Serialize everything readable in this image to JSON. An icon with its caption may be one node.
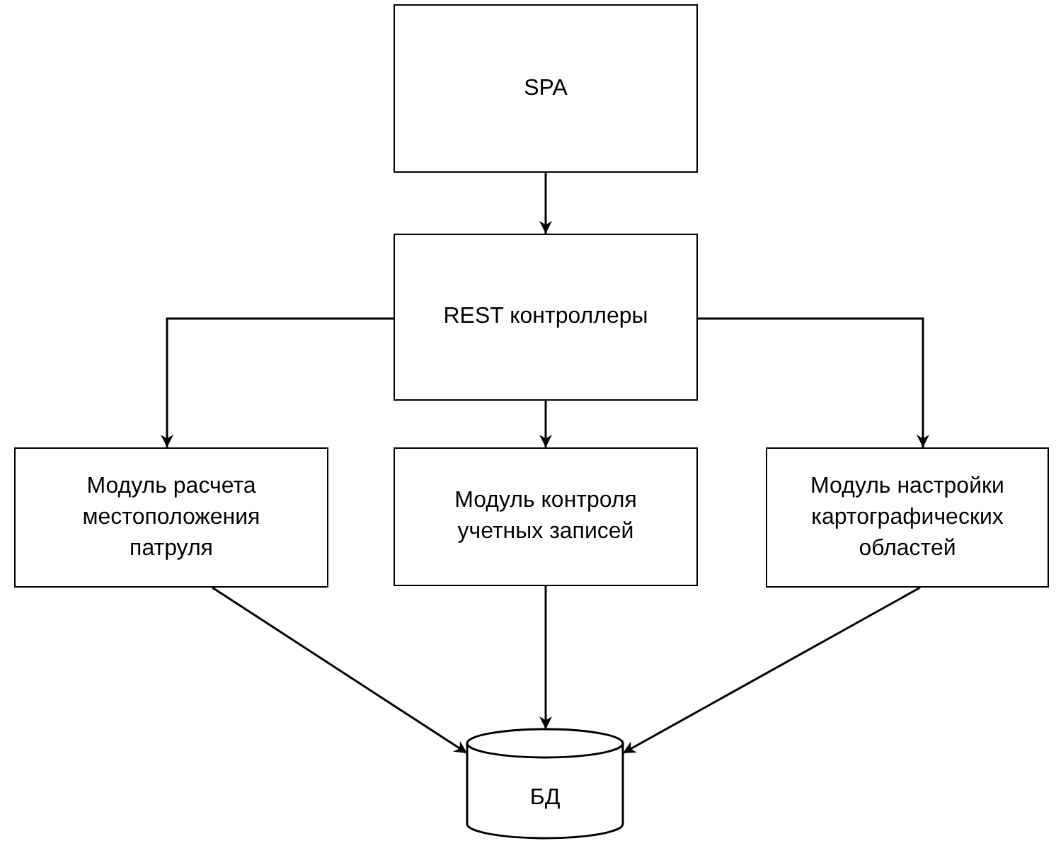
{
  "diagram": {
    "nodes": [
      {
        "text": [
          "SPA"
        ]
      },
      {
        "text": [
          "REST контроллеры"
        ]
      },
      {
        "text": [
          "Модуль расчета местоположения патруля"
        ]
      },
      {
        "text": [
          "Модуль контроля учетных записей"
        ]
      },
      {
        "text": [
          "Модуль настройки картографических областей"
        ]
      },
      {
        "text": [
          "БД"
        ]
      }
    ],
    "edges": [
      {
        "from": 0,
        "to": 1,
        "arrow": "to"
      },
      {
        "from": 1,
        "to": 2,
        "arrow": "to"
      },
      {
        "from": 1,
        "to": 3,
        "arrow": "to"
      },
      {
        "from": 1,
        "to": 4,
        "arrow": "to"
      },
      {
        "from": 2,
        "to": 5,
        "arrow": "to"
      },
      {
        "from": 3,
        "to": 5,
        "arrow": "to"
      },
      {
        "from": 4,
        "to": 5,
        "arrow": "to"
      }
    ]
  }
}
